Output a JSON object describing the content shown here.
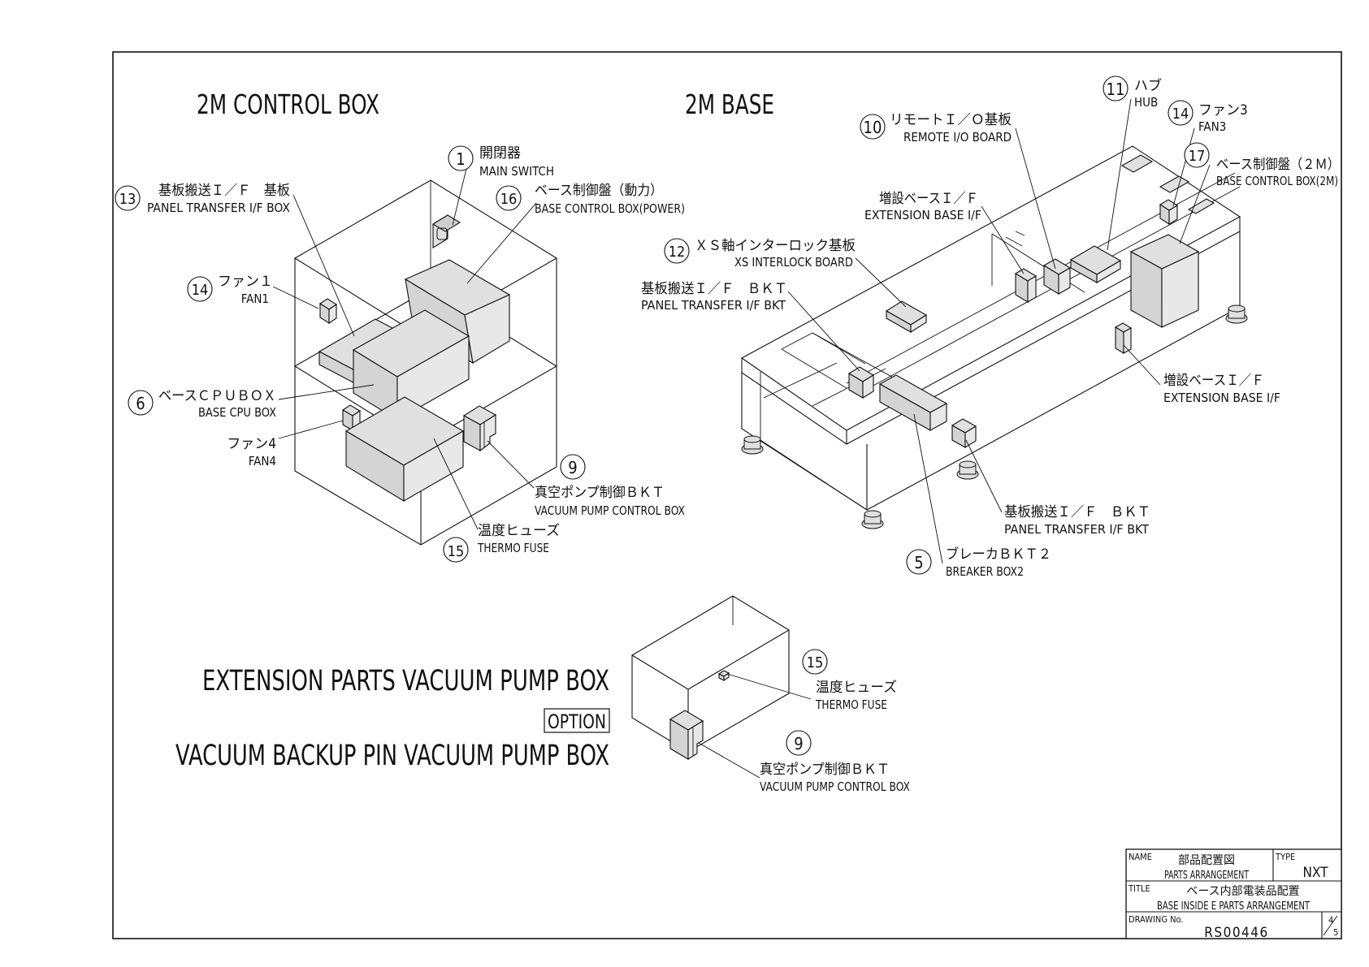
{
  "sections": {
    "control_box_title": "2M CONTROL BOX",
    "base_title": "2M BASE",
    "vacuum_title_1": "EXTENSION PARTS VACUUM PUMP BOX",
    "option_label": "OPTION",
    "vacuum_title_2": "VACUUM BACKUP PIN VACUUM PUMP BOX"
  },
  "callouts": {
    "main_switch": {
      "num": "1",
      "jp": "開閉器",
      "en": "MAIN SWITCH"
    },
    "panel_transfer_box": {
      "num": "13",
      "jp": "基板搬送Ｉ／Ｆ　基板",
      "en": "PANEL TRANSFER I/F BOX"
    },
    "base_control_power": {
      "num": "16",
      "jp": "ベース制御盤（動力）",
      "en": "BASE CONTROL BOX(POWER)"
    },
    "fan1": {
      "num": "14",
      "jp": "ファン１",
      "en": "FAN1"
    },
    "base_cpu_box": {
      "num": "6",
      "jp": "ベースＣＰＵＢＯＸ",
      "en": "BASE CPU BOX"
    },
    "fan4": {
      "jp": "ファン4",
      "en": "FAN4"
    },
    "vacuum_pump_ctrl": {
      "num": "9",
      "jp": "真空ポンプ制御ＢＫＴ",
      "en": "VACUUM PUMP CONTROL BOX"
    },
    "thermo_fuse": {
      "num": "15",
      "jp": "温度ヒューズ",
      "en": "THERMO FUSE"
    },
    "hub": {
      "num": "11",
      "jp": "ハブ",
      "en": "HUB"
    },
    "remote_io": {
      "num": "10",
      "jp": "リモートＩ／Ｏ基板",
      "en": "REMOTE I/O BOARD"
    },
    "fan3": {
      "num": "14",
      "jp": "ファン3",
      "en": "FAN3"
    },
    "base_control_2m": {
      "num": "17",
      "jp": "ベース制御盤（２Ｍ）",
      "en": "BASE CONTROL BOX(2M)"
    },
    "extension_base_top": {
      "jp": "増設ベースＩ／Ｆ",
      "en": "EXTENSION BASE I/F"
    },
    "xs_interlock": {
      "num": "12",
      "jp": "ＸＳ軸インターロック基板",
      "en": "XS INTERLOCK BOARD"
    },
    "panel_transfer_bkt_left": {
      "jp": "基板搬送Ｉ／Ｆ　ＢＫＴ",
      "en": "PANEL TRANSFER I/F BKT"
    },
    "extension_base_right": {
      "jp": "増設ベースＩ／Ｆ",
      "en": "EXTENSION BASE I/F"
    },
    "panel_transfer_bkt_right": {
      "jp": "基板搬送Ｉ／Ｆ　ＢＫＴ",
      "en": "PANEL TRANSFER I/F BKT"
    },
    "breaker_box2": {
      "num": "5",
      "jp": "ブレーカＢＫＴ２",
      "en": "BREAKER BOX2"
    },
    "vac_thermo_fuse": {
      "num": "15",
      "jp": "温度ヒューズ",
      "en": "THERMO FUSE"
    },
    "vac_pump_ctrl": {
      "num": "9",
      "jp": "真空ポンプ制御ＢＫＴ",
      "en": "VACUUM PUMP CONTROL BOX"
    }
  },
  "title_block": {
    "name_label": "NAME",
    "name_jp": "部品配置図",
    "name_en": "PARTS ARRANGEMENT",
    "type_label": "TYPE",
    "type_value": "NXT",
    "title_label": "TITLE",
    "title_jp": "ベース内部電装品配置",
    "title_en": "BASE INSIDE E PARTS ARRANGEMENT",
    "drawing_no_label": "DRAWING No.",
    "drawing_no": "RS00446",
    "sheet_num": "4",
    "sheet_den": "5"
  },
  "colors": {
    "line": "#111111",
    "part_fill": "#e0e0e0",
    "background": "#ffffff"
  }
}
